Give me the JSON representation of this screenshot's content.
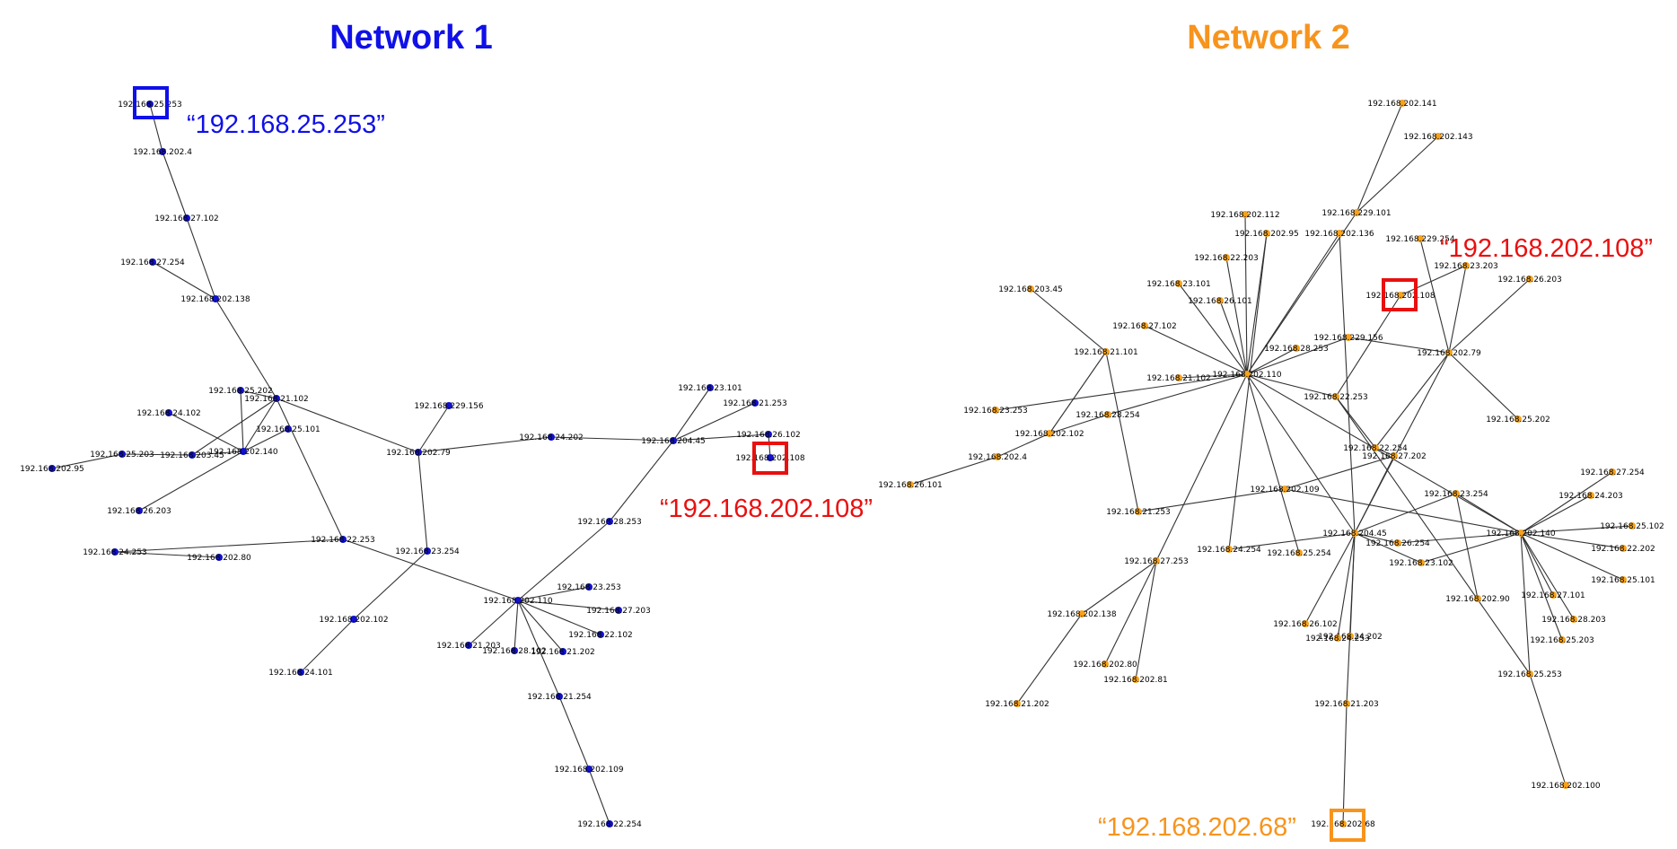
{
  "colors": {
    "network1_title": "#1010e8",
    "network2_title": "#f7941d",
    "network1_node": "#1212cc",
    "network2_node": "#f7a21b",
    "edge": "#333333",
    "highlight_red": "#e81010",
    "highlight_blue": "#1010e8",
    "highlight_orange": "#f7941d"
  },
  "network1": {
    "title": "Network 1",
    "callouts": {
      "top": "“192.168.25.253”",
      "right": "“192.168.202.108”"
    },
    "nodes": [
      "192.168.25.253",
      "192.168.202.4",
      "192.168.27.102",
      "192.168.27.254",
      "192.168.202.138",
      "192.168.25.202",
      "192.168.21.102",
      "192.168.24.102",
      "192.168.25.101",
      "192.168.202.140",
      "192.168.203.45",
      "192.168.25.203",
      "192.168.202.95",
      "192.168.26.203",
      "192.168.229.156",
      "192.168.202.79",
      "192.168.24.202",
      "192.168.204.45",
      "192.168.23.101",
      "192.168.21.253",
      "192.168.26.102",
      "192.168.202.108",
      "192.168.22.253",
      "192.168.24.253",
      "192.168.202.80",
      "192.168.23.254",
      "192.168.28.253",
      "192.168.202.110",
      "192.168.23.253",
      "192.168.27.203",
      "192.168.22.102",
      "192.168.202.102",
      "192.168.24.101",
      "192.168.21.203",
      "192.168.28.102",
      "192.168.21.202",
      "192.168.21.254",
      "192.168.202.109",
      "192.168.22.254"
    ]
  },
  "network2": {
    "title": "Network 2",
    "callouts": {
      "top": "“192.168.202.108”",
      "bottom": "“192.168.202.68”"
    },
    "nodes": [
      "192.168.202.141",
      "192.168.202.143",
      "192.168.229.101",
      "192.168.202.112",
      "192.168.202.95",
      "192.168.202.136",
      "192.168.229.254",
      "192.168.23.203",
      "192.168.22.203",
      "192.168.26.203",
      "192.168.203.45",
      "192.168.23.101",
      "192.168.202.108",
      "192.168.26.101",
      "192.168.27.102",
      "192.168.229.156",
      "192.168.28.253",
      "192.168.202.79",
      "192.168.21.101",
      "192.168.21.102",
      "192.168.202.110",
      "192.168.22.253",
      "192.168.23.253",
      "192.168.28.254",
      "192.168.25.202",
      "192.168.202.102",
      "192.168.202.4",
      "192.168.26.101",
      "192.168.22.254",
      "192.168.27.202",
      "192.168.27.254",
      "192.168.202.109",
      "192.168.23.254",
      "192.168.24.203",
      "192.168.21.253",
      "192.168.25.102",
      "192.168.204.45",
      "192.168.202.140",
      "192.168.24.254",
      "192.168.26.254",
      "192.168.25.254",
      "192.168.22.202",
      "192.168.27.253",
      "192.168.23.102",
      "192.168.25.101",
      "192.168.202.90",
      "192.168.27.101",
      "192.168.202.138",
      "192.168.26.102",
      "192.168.24.202",
      "192.168.28.203",
      "192.168.24.253",
      "192.168.25.203",
      "192.168.202.80",
      "192.168.25.253",
      "192.168.202.81",
      "192.168.21.202",
      "192.168.21.203",
      "192.168.202.100",
      "192.168.202.68"
    ]
  }
}
